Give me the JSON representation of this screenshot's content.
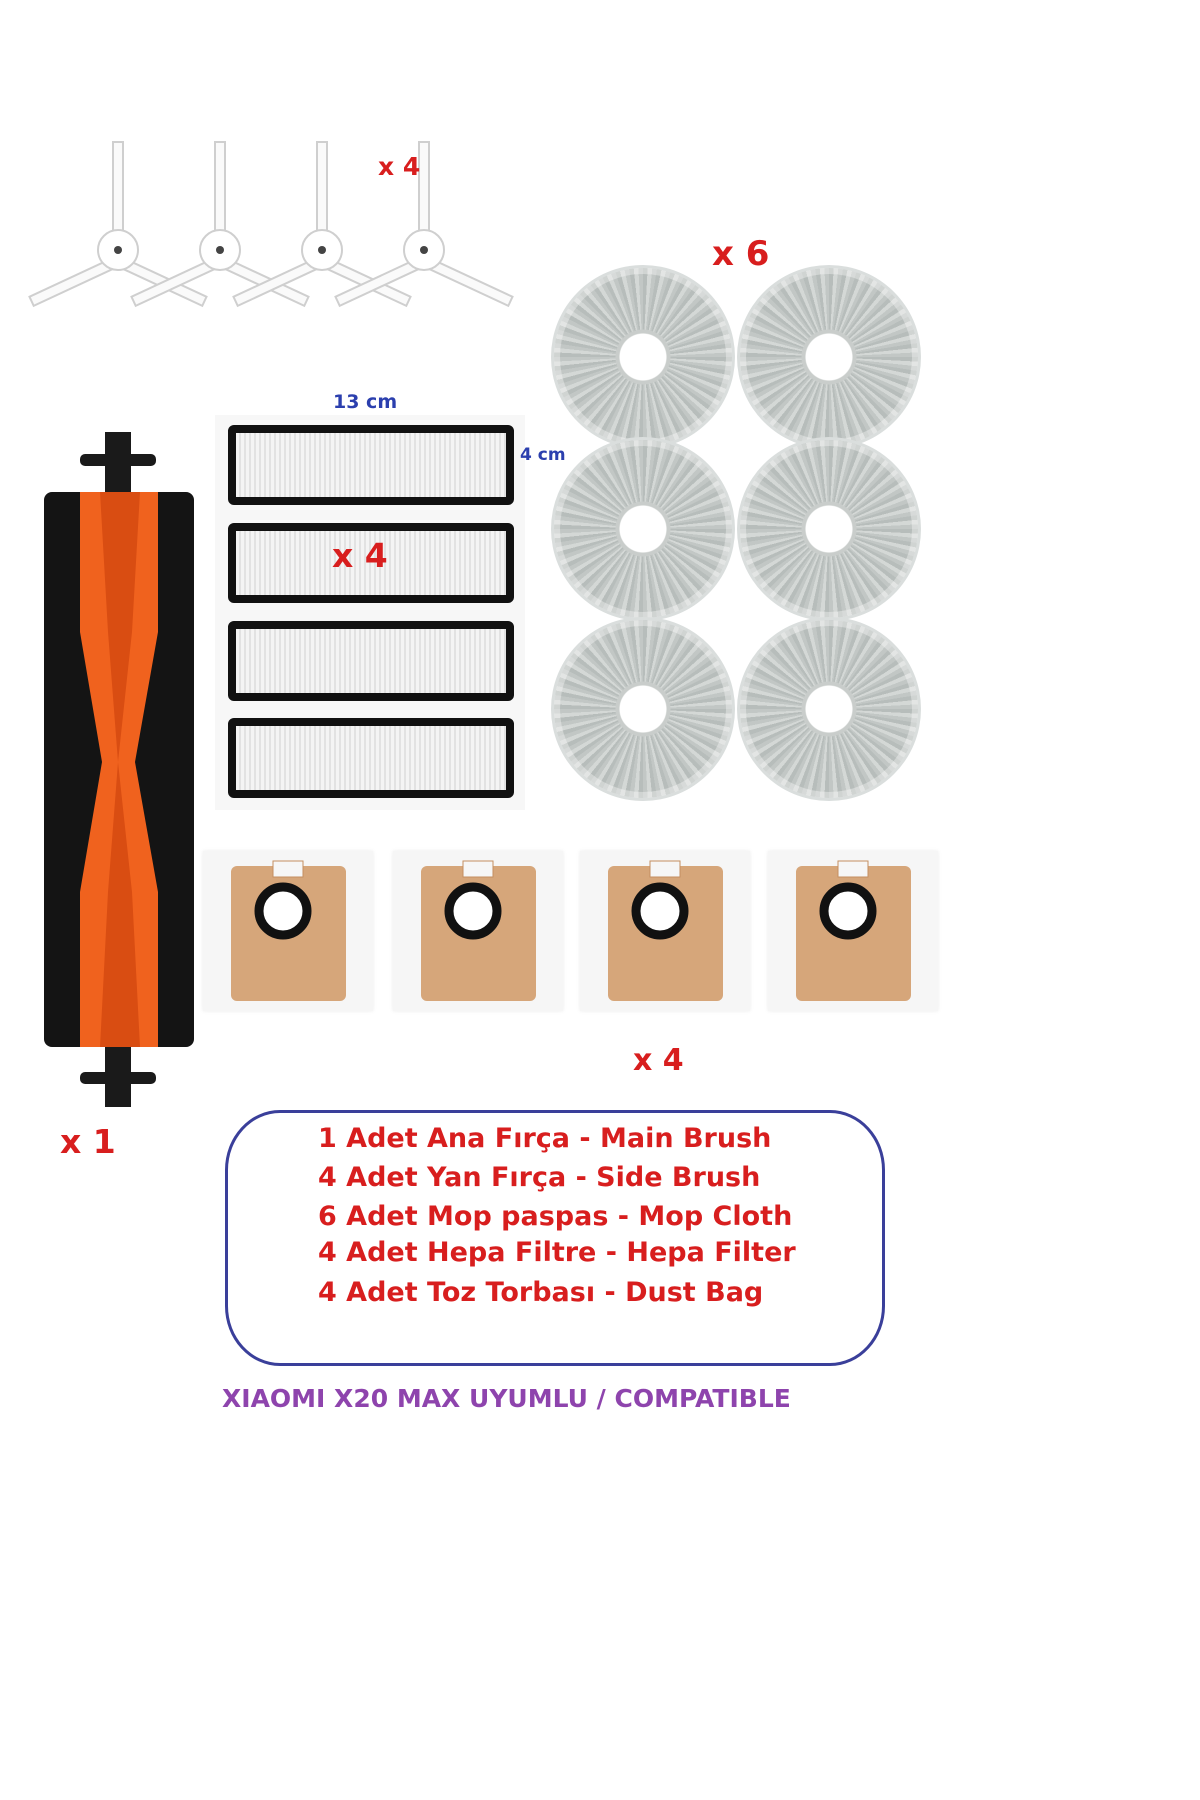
{
  "quantities": {
    "side_brush": "x 4",
    "mop": "x 6",
    "filter": "x 4",
    "bag": "x 4",
    "main_brush": "x 1"
  },
  "dimensions": {
    "width": "13 cm",
    "height": "4 cm"
  },
  "contents": [
    "1 Adet Ana Fırça - Main Brush",
    "4 Adet Yan Fırça - Side Brush",
    "6 Adet Mop paspas - Mop Cloth",
    "4 Adet Hepa Filtre  - Hepa Filter",
    "4 Adet Toz Torbası - Dust Bag"
  ],
  "footer": "XIAOMI X20 MAX UYUMLU / COMPATIBLE",
  "colors": {
    "quantity_red": "#d81e1e",
    "dimension_blue": "#2b3fae",
    "footer_purple": "#8e44ad",
    "box_border": "#3a3f9a",
    "brush_orange": "#f0621e",
    "bag_brown": "#d6a67a"
  }
}
